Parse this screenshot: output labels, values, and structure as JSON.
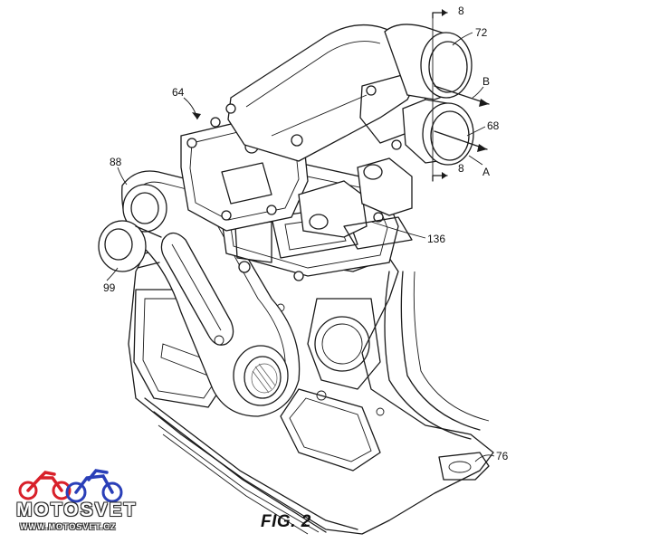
{
  "figure": {
    "caption": "FIG. 2",
    "reference_numerals": {
      "r8_top": "8",
      "r72": "72",
      "rB": "B",
      "r68": "68",
      "rA": "A",
      "r8_bottom": "8",
      "r64": "64",
      "r88": "88",
      "r99": "99",
      "r136": "136",
      "r76": "76"
    }
  },
  "watermark": {
    "brand": "MOTOSVET",
    "url": "WWW.MOTOSVET.CZ",
    "colors": {
      "red": "#d8202a",
      "blue": "#2a3fb8"
    }
  }
}
